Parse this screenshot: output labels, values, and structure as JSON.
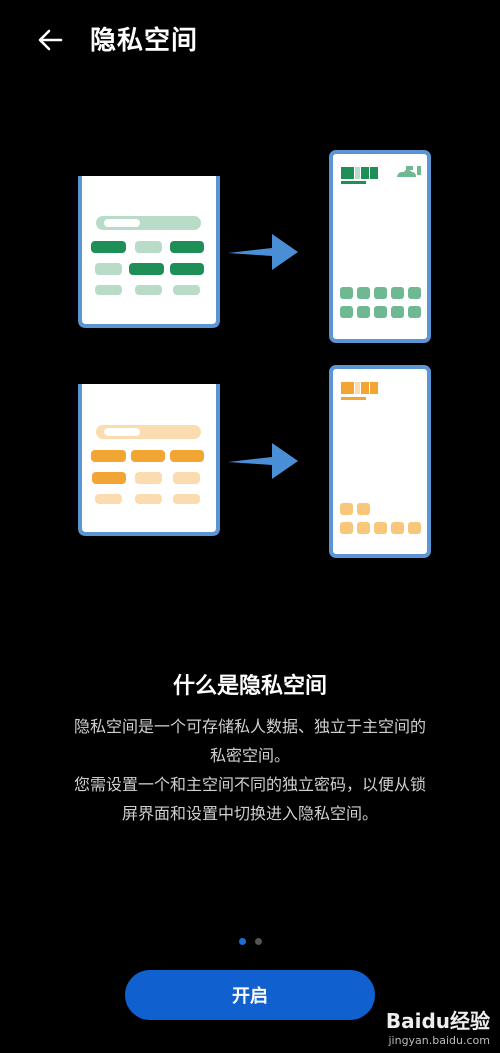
{
  "header": {
    "back_icon": "arrow-left-icon",
    "title": "隐私空间"
  },
  "illustration": {
    "rows": [
      {
        "color": "#1e8f57",
        "light": "#b8dcc8",
        "target_variant": "full-grid"
      },
      {
        "color": "#f3a533",
        "light": "#fbdcae",
        "target_variant": "reduced-grid"
      }
    ],
    "frame_color": "#5b95d4",
    "arrow_color": "#4a8fd6"
  },
  "intro": {
    "heading": "什么是隐私空间",
    "line1": "隐私空间是一个可存储私人数据、独立于主空间的",
    "line2": "私密空间。",
    "line3": "您需设置一个和主空间不同的独立密码，以便从锁",
    "line4": "屏界面和设置中切换进入隐私空间。"
  },
  "pagination": {
    "total": 2,
    "current": 1
  },
  "action": {
    "primary_label": "开启"
  },
  "watermark": {
    "brand": "Baidu经验",
    "url": "jingyan.baidu.com"
  },
  "colors": {
    "accent": "#1061cf",
    "background": "#000000"
  }
}
